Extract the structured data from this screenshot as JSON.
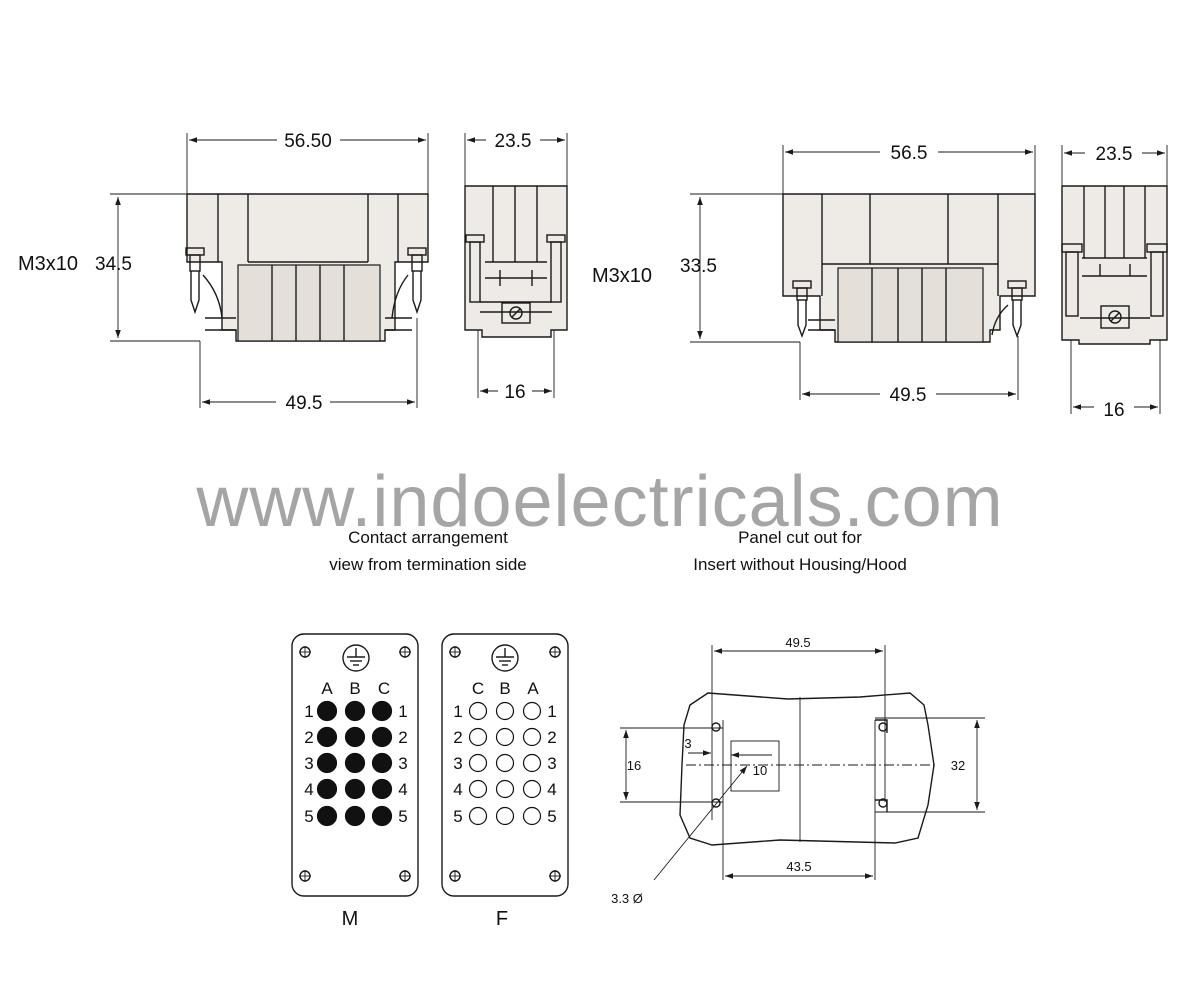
{
  "watermark": "www.indoelectricals.com",
  "top_left": {
    "width": "56.50",
    "height": "34.5",
    "bottom": "49.5",
    "screw": "M3x10"
  },
  "top_left_side": {
    "width": "23.5",
    "bottom": "16"
  },
  "top_right": {
    "width": "56.5",
    "height": "33.5",
    "bottom": "49.5",
    "screw": "M3x10"
  },
  "top_right_side": {
    "width": "23.5",
    "bottom": "16"
  },
  "contact_caption": {
    "line1": "Contact arrangement",
    "line2": "view from termination side"
  },
  "panel_caption": {
    "line1": "Panel cut out for",
    "line2": "Insert without Housing/Hood"
  },
  "male": {
    "label": "M",
    "columns": [
      "A",
      "B",
      "C"
    ],
    "rows": [
      "1",
      "2",
      "3",
      "4",
      "5"
    ]
  },
  "female": {
    "label": "F",
    "columns": [
      "C",
      "B",
      "A"
    ],
    "rows": [
      "1",
      "2",
      "3",
      "4",
      "5"
    ]
  },
  "cutout": {
    "top": "49.5",
    "bottom": "43.5",
    "left": "16",
    "right": "32",
    "a": "3",
    "b": "10",
    "hole": "3.3 Ø"
  },
  "colors": {
    "line": "#1a1a1a",
    "fill": "#eeebe6",
    "watermark": "#a5a5a5"
  }
}
